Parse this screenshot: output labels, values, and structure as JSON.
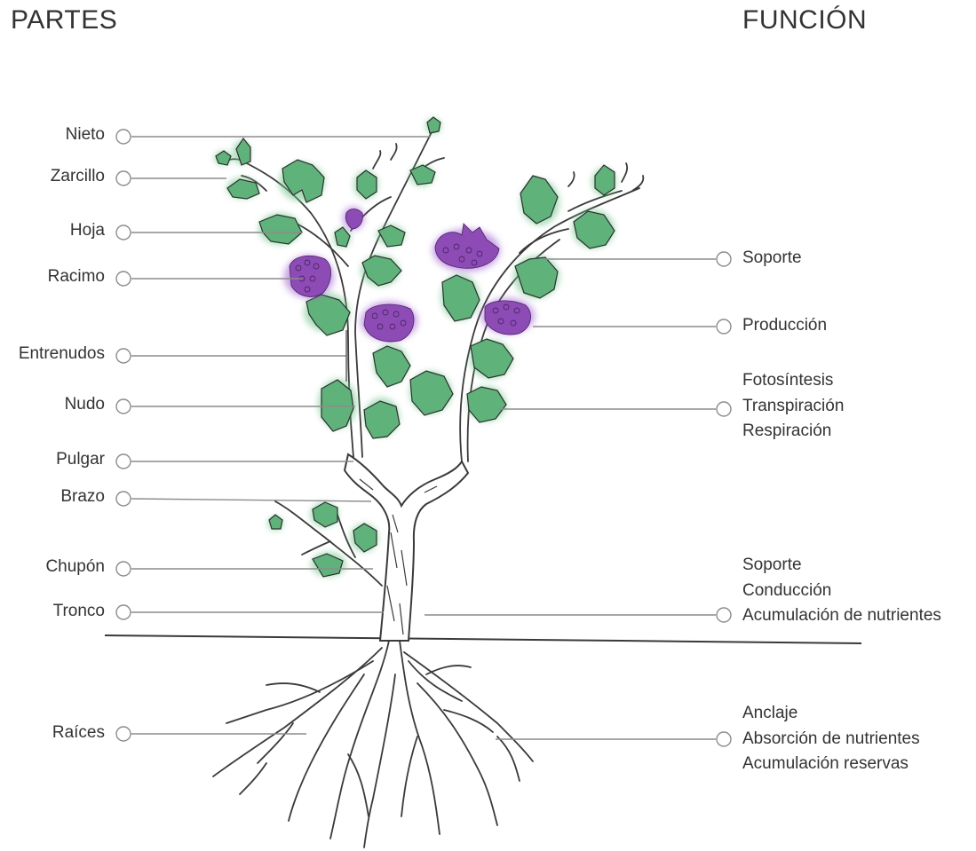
{
  "headers": {
    "parts": "PARTES",
    "functions": "FUNCIÓN"
  },
  "parts": [
    "Nieto",
    "Zarcillo",
    "Hoja",
    "Racimo",
    "Entrenudos",
    "Nudo",
    "Pulgar",
    "Brazo",
    "Chupón",
    "Tronco",
    "Raíces"
  ],
  "functions": [
    [
      "Soporte"
    ],
    [
      "Producción"
    ],
    [
      "Fotosíntesis",
      "Transpiración",
      "Respiración"
    ],
    [
      "Soporte",
      "Conducción",
      "Acumulación de nutrientes"
    ],
    [
      "Anclaje",
      "Absorción de nutrientes",
      "Acumulación reservas"
    ]
  ],
  "colors": {
    "leaf": "#5fb37a",
    "grape": "#8d4bb5",
    "line": "#8c8c8c",
    "sketch": "#3a3a3a"
  }
}
